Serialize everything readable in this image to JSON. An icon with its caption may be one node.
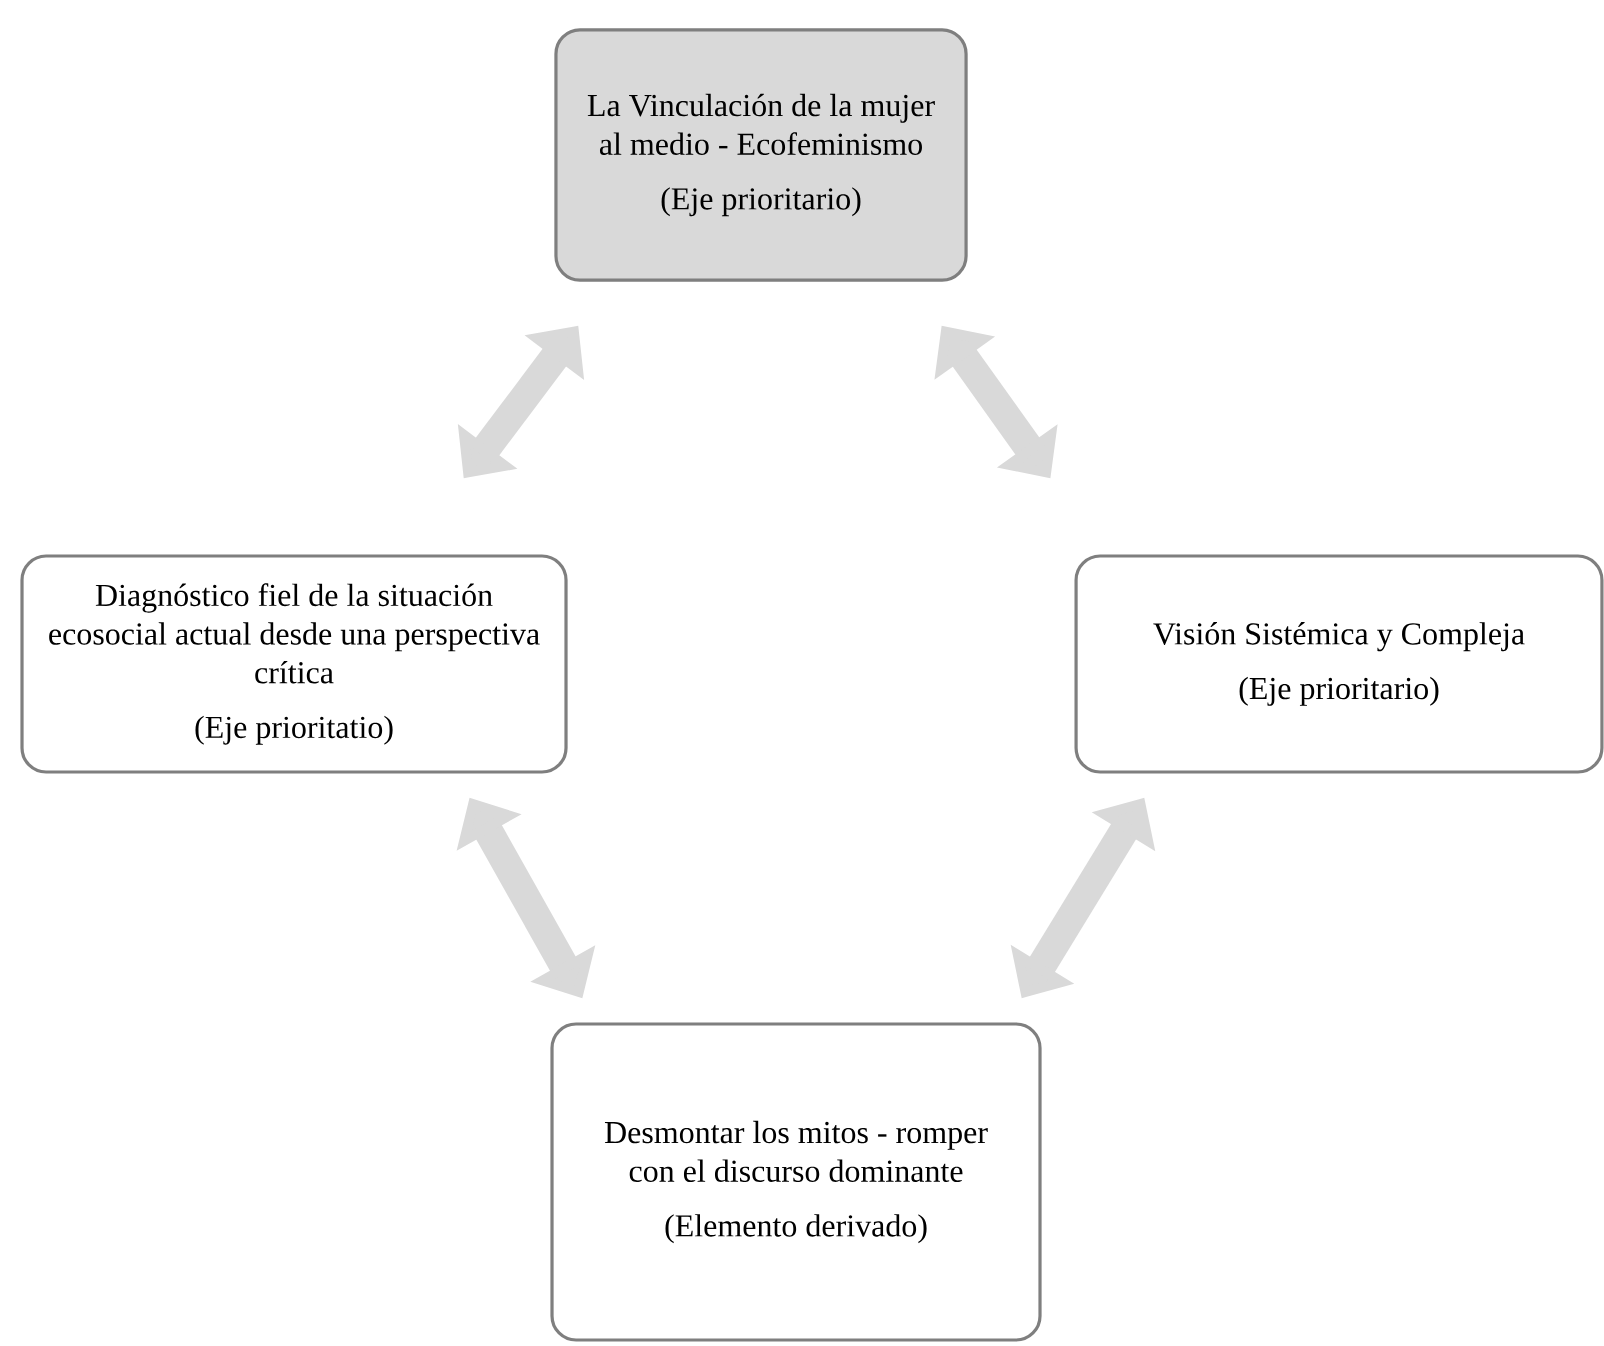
{
  "diagram": {
    "nodes": [
      {
        "text": [
          "La Vinculación de la mujer al medio - Ecofeminismo",
          "(Eje prioritario)"
        ]
      },
      {
        "text": [
          "Diagnóstico fiel de la situación ecosocial actual desde una perspectiva crítica",
          "(Eje prioritatio)"
        ]
      },
      {
        "text": [
          "Visión Sistémica y Compleja",
          "(Eje prioritario)"
        ]
      },
      {
        "text": [
          "Desmontar los mitos - romper con el discurso dominante",
          "(Elemento derivado)"
        ]
      }
    ],
    "edges": [
      {
        "from": 0,
        "to": 1,
        "arrow": "both"
      },
      {
        "from": 0,
        "to": 2,
        "arrow": "both"
      },
      {
        "from": 1,
        "to": 3,
        "arrow": "both"
      },
      {
        "from": 2,
        "to": 3,
        "arrow": "both"
      }
    ]
  }
}
